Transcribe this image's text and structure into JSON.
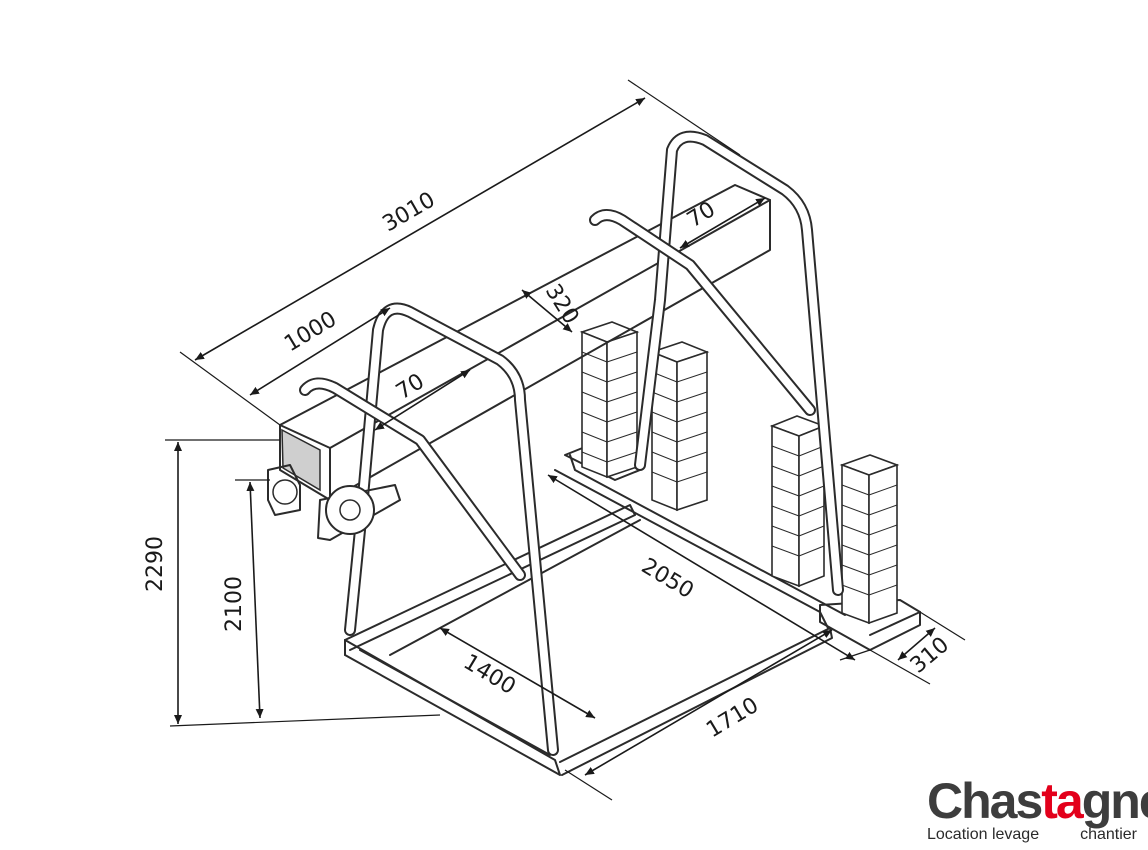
{
  "dimensions": {
    "overall_length": "3010",
    "segment_length": "1000",
    "tube_left": "70",
    "tube_right": "70",
    "beam_width": "320",
    "total_height": "2290",
    "hook_height": "2100",
    "inner_depth": "2050",
    "base_width": "1400",
    "frame_width": "1710",
    "pad_width": "310"
  },
  "logo": {
    "word_start": "Chas",
    "word_accent": "ta",
    "word_end": "gner",
    "tagline_left": "Location levage",
    "tagline_right": "chantier",
    "accent_color": "#e3001b",
    "text_color": "#3d3d3d"
  }
}
